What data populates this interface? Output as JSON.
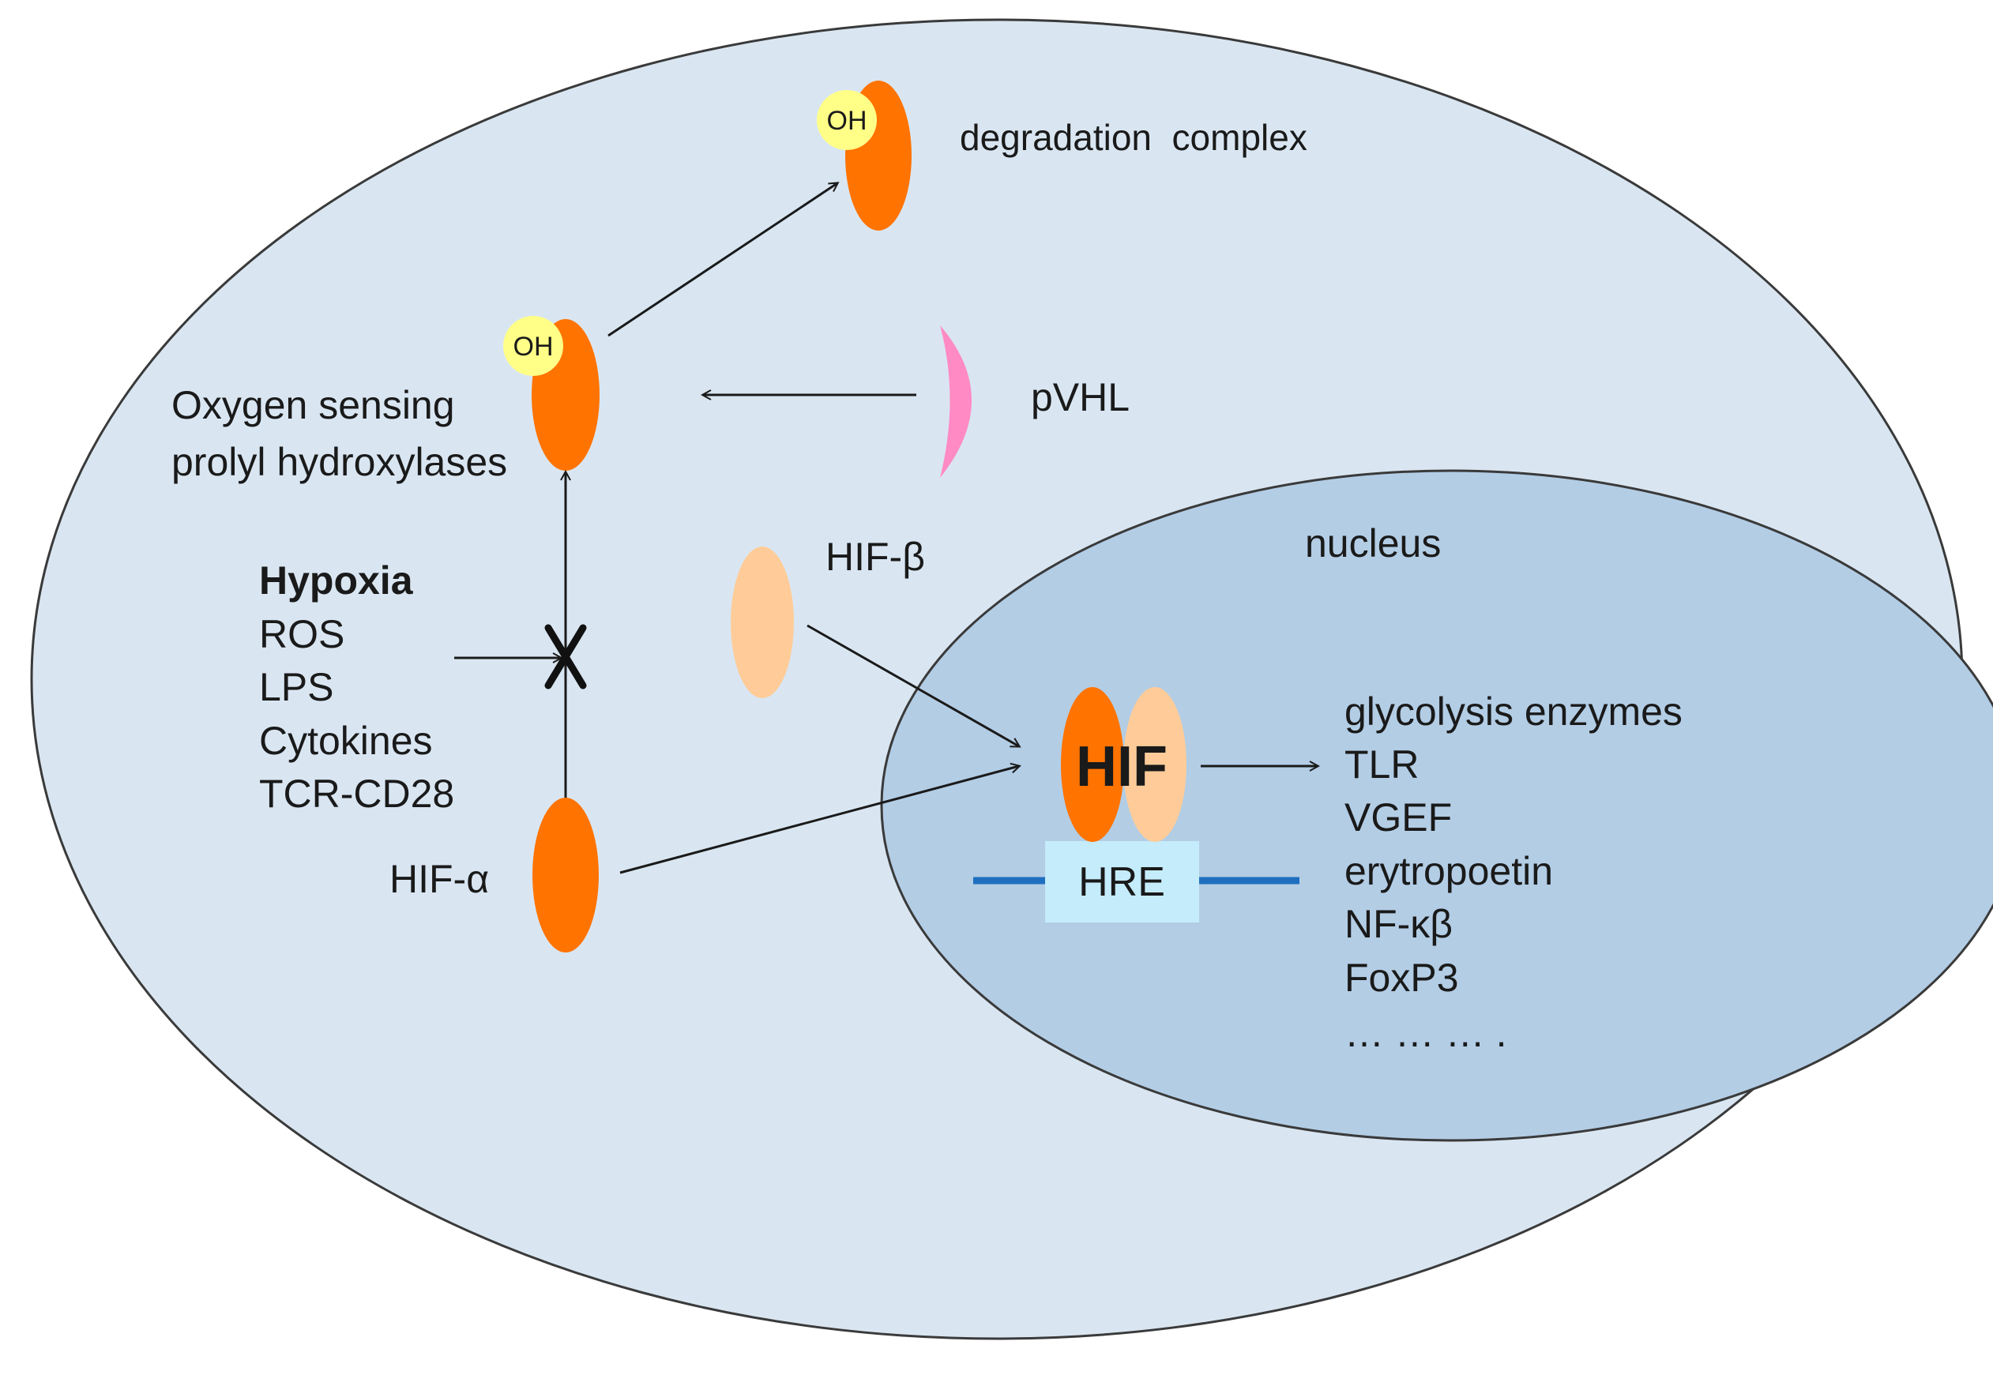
{
  "colors": {
    "cell_fill": "#d9e6f2",
    "nucleus_fill": "#b3cde5",
    "outline": "#3a3a3a",
    "hif_alpha": "#ff7300",
    "hif_beta": "#ffcc99",
    "pvhl": "#ff8ac4",
    "oh_circle": "#ffff88",
    "hre_box": "#c5ecfb",
    "dna_line": "#1f6fbf"
  },
  "icons": {
    "inhibition": "x-mark-icon",
    "oh_group": "hydroxyl-circle-icon"
  },
  "labels": {
    "degradation_complex": "degradation  complex",
    "oh_top": "OH",
    "oh_mid": "OH",
    "oxygen_sensing_line1": "Oxygen sensing",
    "oxygen_sensing_line2": "prolyl hydroxylases",
    "pvhl": "pVHL",
    "hif_beta": "HIF-β",
    "hif_alpha": "HIF-α",
    "nucleus": "nucleus",
    "hif": "HIF",
    "hre": "HRE"
  },
  "stimuli": {
    "title": "Hypoxia",
    "items": [
      "ROS",
      "LPS",
      "Cytokines",
      "TCR-CD28"
    ]
  },
  "targets": [
    "glycolysis enzymes",
    "TLR",
    "VGEF",
    "erytropoetin",
    "NF-κβ",
    "FoxP3",
    "… … … ."
  ]
}
